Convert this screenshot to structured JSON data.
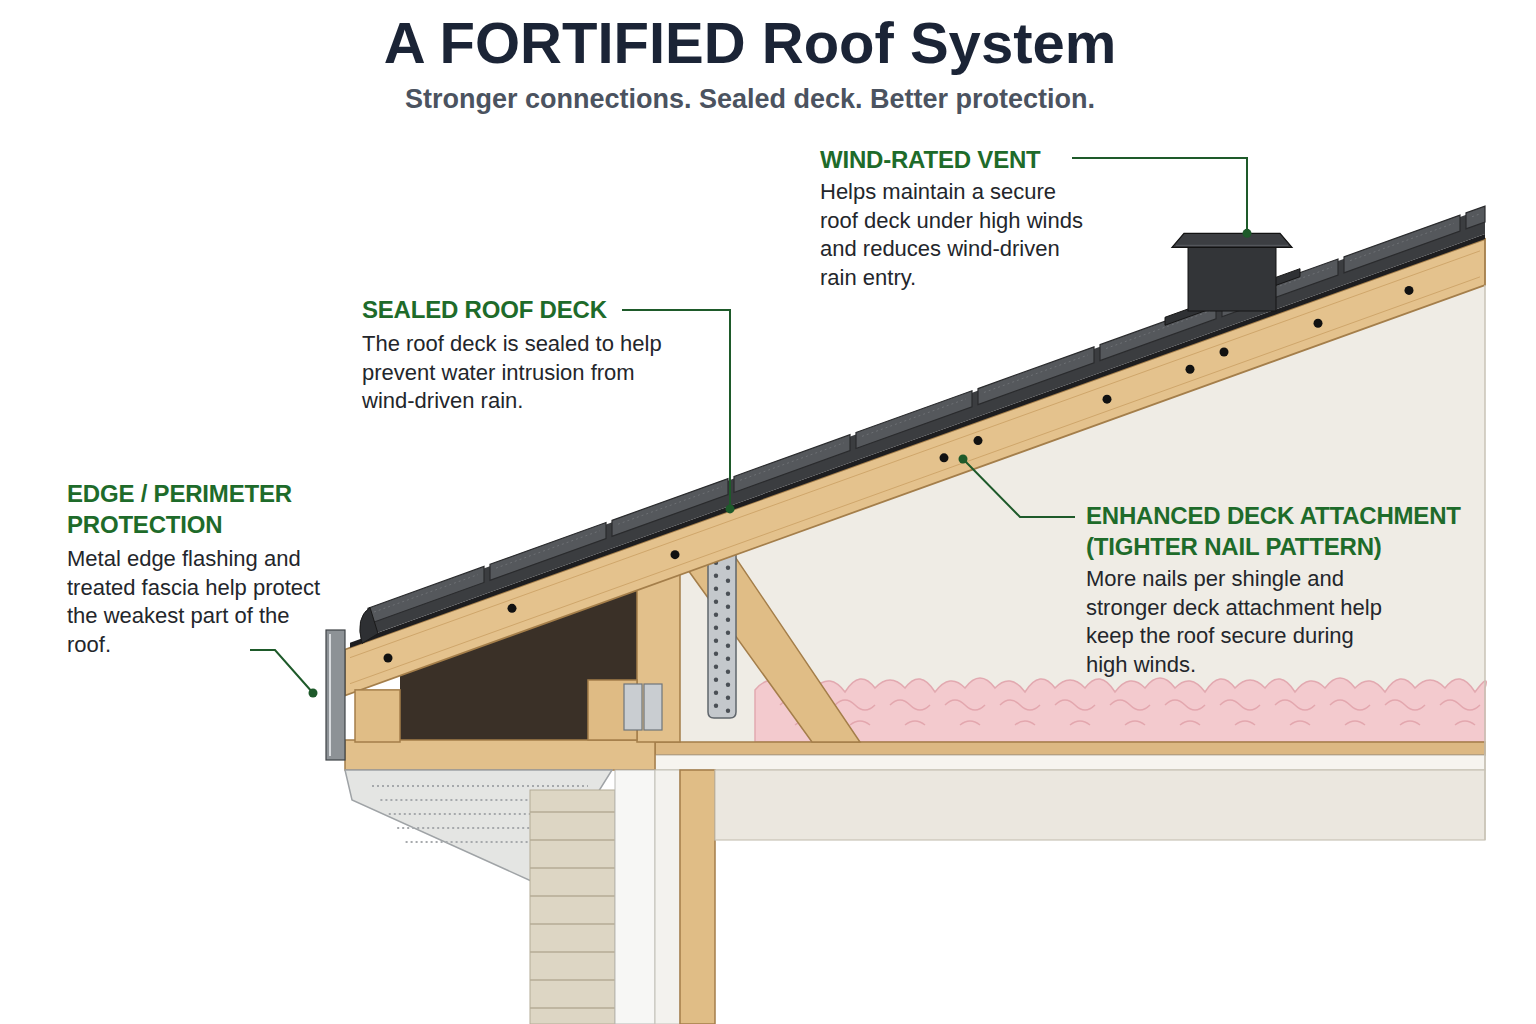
{
  "diagram": {
    "title": "A FORTIFIED Roof System",
    "caption": "Stronger connections. Sealed deck. Better protection.",
    "labels": [
      "WIND-RATED VENT",
      "Helps maintain a secure roof deck under high winds and reduces wind-driven rain entry.",
      "SEALED ROOF DECK",
      "The roof deck is sealed to help prevent water intrusion from wind-driven rain.",
      "EDGE / PERIMETER PROTECTION",
      "Metal edge flashing and treated fascia help protect the weakest part of the roof.",
      "ENHANCED DECK ATTACHMENT (TIGHTER NAIL PATTERN)",
      "More nails per shingle and stronger deck attachment help keep the roof secure during high winds."
    ]
  }
}
